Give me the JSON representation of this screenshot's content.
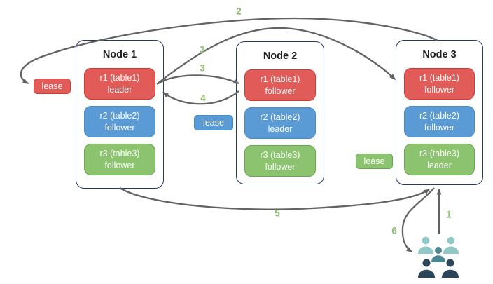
{
  "nodes": [
    {
      "title": "Node 1",
      "replicas": [
        {
          "name": "r1 (table1)",
          "role": "leader",
          "color": "#e15c59"
        },
        {
          "name": "r2 (table2)",
          "role": "follower",
          "color": "#5b9bd5"
        },
        {
          "name": "r3 (table3)",
          "role": "follower",
          "color": "#8bc36e"
        }
      ]
    },
    {
      "title": "Node 2",
      "replicas": [
        {
          "name": "r1 (table1)",
          "role": "follower",
          "color": "#e15c59"
        },
        {
          "name": "r2 (table2)",
          "role": "leader",
          "color": "#5b9bd5"
        },
        {
          "name": "r3 (table3)",
          "role": "follower",
          "color": "#8bc36e"
        }
      ]
    },
    {
      "title": "Node 3",
      "replicas": [
        {
          "name": "r1 (table1)",
          "role": "follower",
          "color": "#e15c59"
        },
        {
          "name": "r2 (table2)",
          "role": "follower",
          "color": "#5b9bd5"
        },
        {
          "name": "r3 (table3)",
          "role": "leader",
          "color": "#8bc36e"
        }
      ]
    }
  ],
  "leases": [
    {
      "label": "lease",
      "color": "#e15c59",
      "near": "Node 1 r1 leader"
    },
    {
      "label": "lease",
      "color": "#5b9bd5",
      "near": "Node 2 r2 leader"
    },
    {
      "label": "lease",
      "color": "#8bc36e",
      "near": "Node 3 r3 leader"
    }
  ],
  "steps": [
    {
      "label": "2"
    },
    {
      "label": "3"
    },
    {
      "label": "3"
    },
    {
      "label": "4"
    },
    {
      "label": "5"
    },
    {
      "label": "6"
    },
    {
      "label": "1"
    }
  ],
  "icons": {
    "clients": "users-group-icon"
  },
  "colors": {
    "red": "#e15c59",
    "red-border": "#d03c34",
    "blue": "#5b9bd5",
    "blue-border": "#4a8bc2",
    "green": "#8bc36e",
    "green-border": "#67a851",
    "node_border": "#24386b",
    "arrow": "#636363",
    "step_label": "#8cbf72",
    "client_light": "#90c8c6",
    "client_mid": "#4a8791",
    "client_dark": "#2c4659"
  }
}
